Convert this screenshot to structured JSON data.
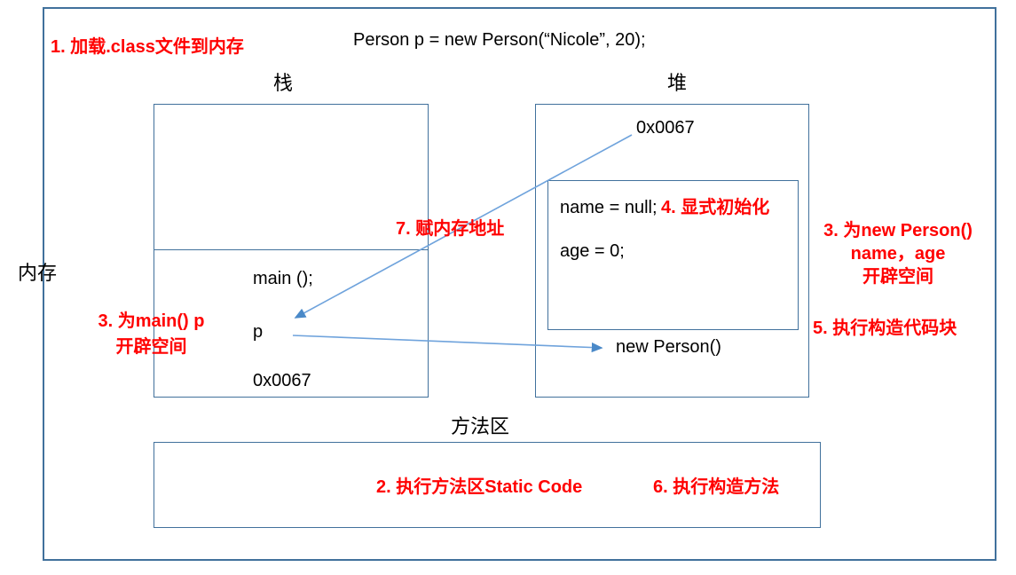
{
  "colors": {
    "border": "#41719C",
    "arrow": "#6FA3DC",
    "arrow-head": "#4A89C8",
    "red": "#FF0000"
  },
  "title_code": "Person p = new Person(“Nicole”, 20);",
  "labels": {
    "memory": "内存",
    "stack": "栈",
    "heap": "堆",
    "method_area": "方法区"
  },
  "stack_box": {
    "main_call": "main ();",
    "var_p": "p",
    "address": "0x0067"
  },
  "heap_box": {
    "address": "0x0067",
    "field_name": "name = null;",
    "field_age": "age = 0;",
    "object_label": "new Person()"
  },
  "annotations": {
    "step1": "1. 加载.class文件到内存",
    "step2": "2. 执行方法区Static Code",
    "step3_left_line1": "3. 为main() p",
    "step3_left_line2": "开辟空间",
    "step3_right_line1": "3. 为new Person()",
    "step3_right_line2": "name，age",
    "step3_right_line3": "开辟空间",
    "step4": "4. 显式初始化",
    "step5": "5. 执行构造代码块",
    "step6": "6. 执行构造方法",
    "step7": "7. 赋内存地址"
  }
}
